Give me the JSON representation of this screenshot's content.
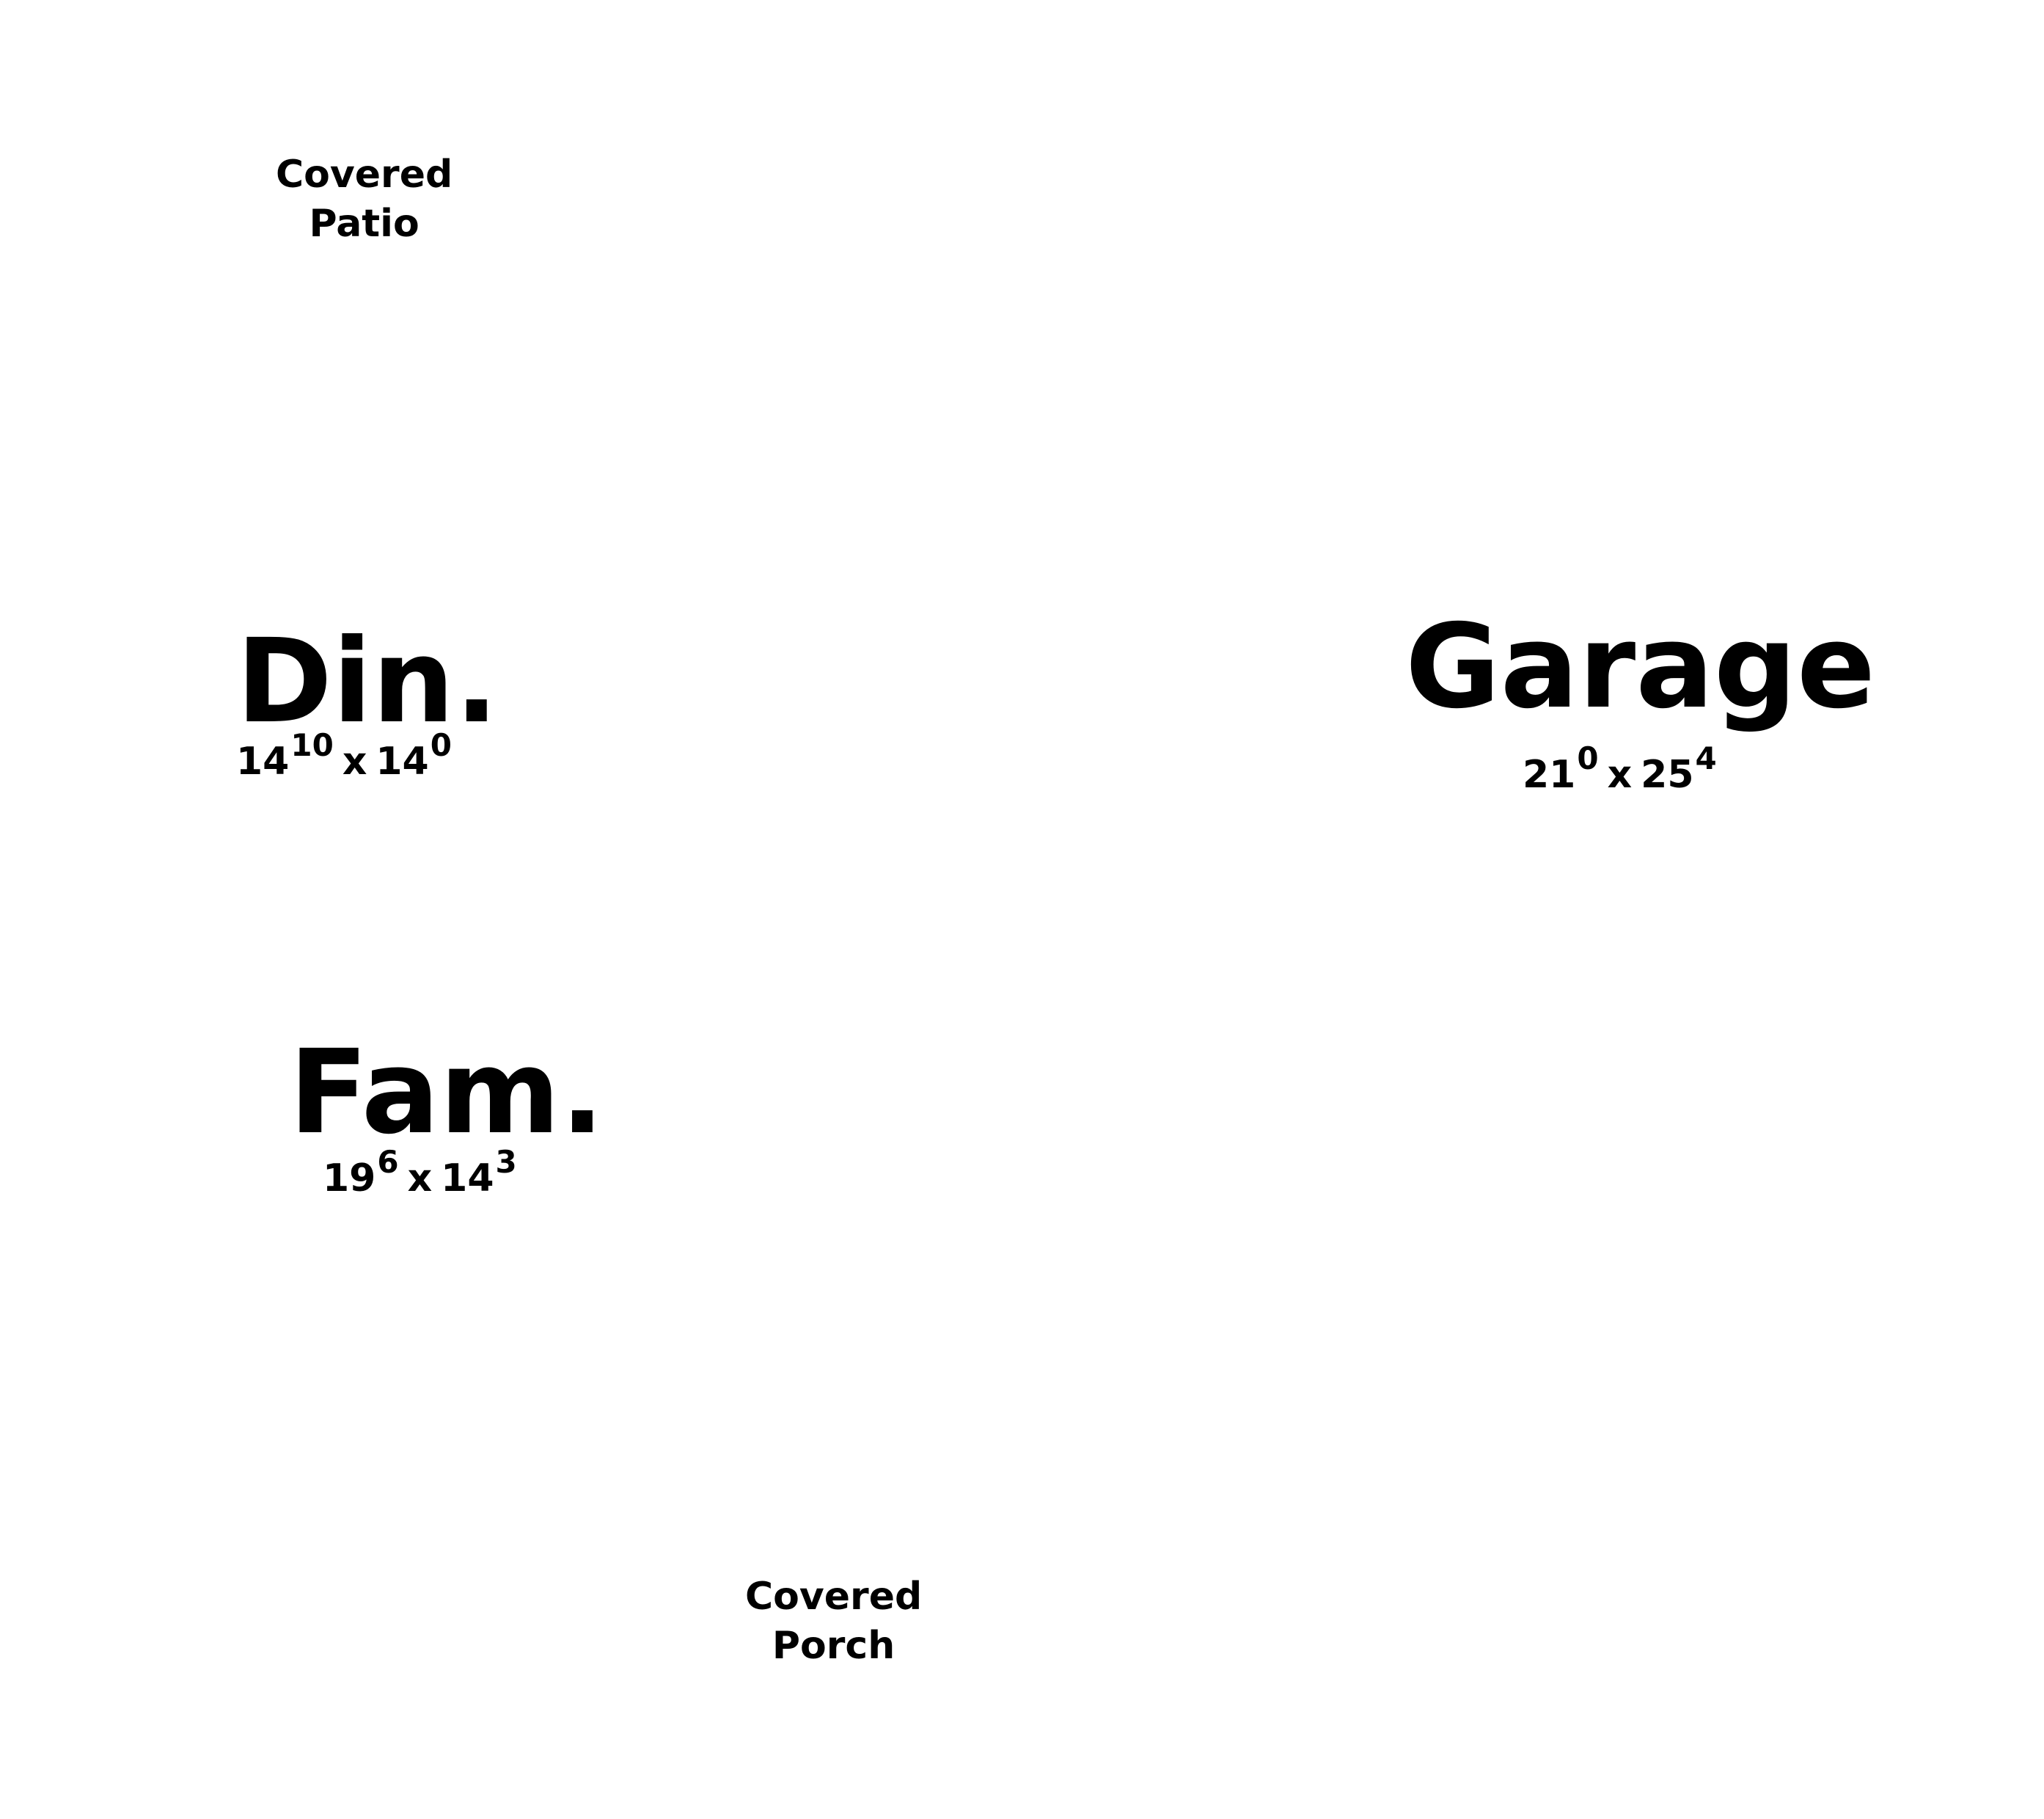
{
  "patio": {
    "line1": "Covered",
    "line2": "Patio"
  },
  "porch": {
    "line1": "Covered",
    "line2": "Porch"
  },
  "dining": {
    "name": "Din.",
    "width_ft": "14",
    "width_in": "10",
    "x": "x",
    "length_ft": "14",
    "length_in": "0"
  },
  "garage": {
    "name": "Garage",
    "width_ft": "21",
    "width_in": "0",
    "x": "x",
    "length_ft": "25",
    "length_in": "4"
  },
  "family": {
    "name": "Fam.",
    "width_ft": "19",
    "width_in": "6",
    "x": "x",
    "length_ft": "14",
    "length_in": "3"
  }
}
